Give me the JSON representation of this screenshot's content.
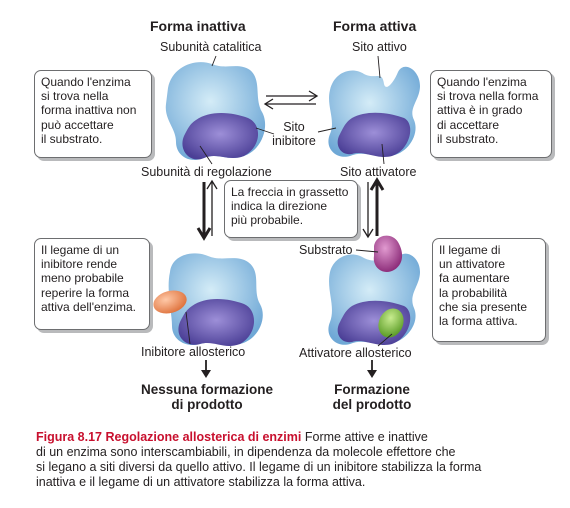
{
  "headers": {
    "inactive": "Forma inattiva",
    "active": "Forma attiva"
  },
  "labels": {
    "catalytic_subunit": "Subunità catalitica",
    "active_site": "Sito attivo",
    "inhibitor_site": "Sito\ninibitore",
    "regulatory_subunit": "Subunità di regolazione",
    "activator_site": "Sito attivatore",
    "substrate": "Substrato",
    "allosteric_inhibitor": "Inibitore allosterico",
    "allosteric_activator": "Attivatore allosterico"
  },
  "boxes": {
    "inactive_note": "Quando l'enzima\nsi trova nella\nforma inattiva non\npuò accettare\nil substrato.",
    "active_note": "Quando l'enzima\nsi trova nella forma\nattiva è in grado\ndi accettare\nil substrato.",
    "arrow_note": "La freccia in grassetto\nindica la direzione\npiù probabile.",
    "inhibitor_note": "Il legame di un\ninibitore rende\nmeno probabile\nreperire la forma\nattiva dell'enzima.",
    "activator_note": "Il legame di\nun attivatore\nfa aumentare\nla probabilità\nche sia presente\nla forma attiva."
  },
  "results": {
    "no_product": "Nessuna formazione\ndi prodotto",
    "product": "Formazione\ndel prodotto"
  },
  "caption": {
    "figure": "Figura 8.17",
    "title": "Regolazione allosterica di enzimi",
    "lines": [
      "Forme attive e inattive",
      "di un enzima sono interscambiabili, in dipendenza da molecole effettore che",
      "si legano a siti diversi da quello attivo. Il legame di un inibitore stabilizza la forma",
      "inattiva e il legame di un attivatore stabilizza la forma attiva."
    ]
  },
  "colors": {
    "catalytic": "#7fb9e0",
    "regulatory": "#6e5fb5",
    "inhibitor": "#f19a6e",
    "activator": "#8cc63f",
    "substrate": "#b5509a",
    "figure_red": "#c8102e"
  }
}
